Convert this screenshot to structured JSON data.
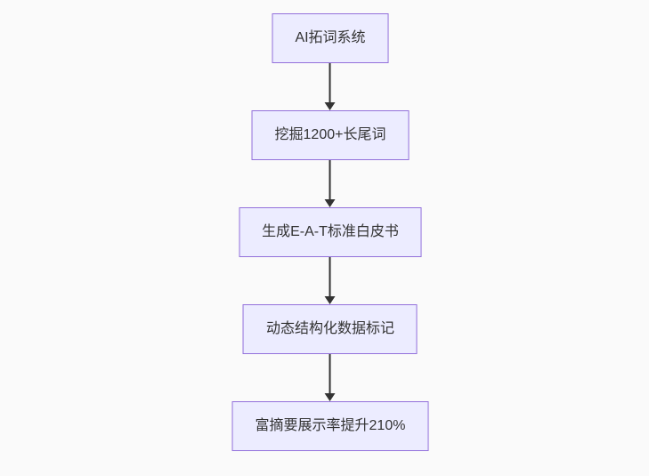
{
  "diagram": {
    "type": "flowchart",
    "direction": "top-down",
    "nodes": [
      {
        "id": "1",
        "label": "AI拓词系统"
      },
      {
        "id": "2",
        "label": "挖掘1200+长尾词"
      },
      {
        "id": "3",
        "label": "生成E-A-T标准白皮书"
      },
      {
        "id": "4",
        "label": "动态结构化数据标记"
      },
      {
        "id": "5",
        "label": "富摘要展示率提升210%"
      }
    ],
    "edges": [
      {
        "from": "1",
        "to": "2"
      },
      {
        "from": "2",
        "to": "3"
      },
      {
        "from": "3",
        "to": "4"
      },
      {
        "from": "4",
        "to": "5"
      }
    ],
    "colors": {
      "background": "#fafafa",
      "node_fill": "#ececff",
      "node_border": "#9370db",
      "text": "#333333",
      "arrow": "#333333"
    }
  }
}
